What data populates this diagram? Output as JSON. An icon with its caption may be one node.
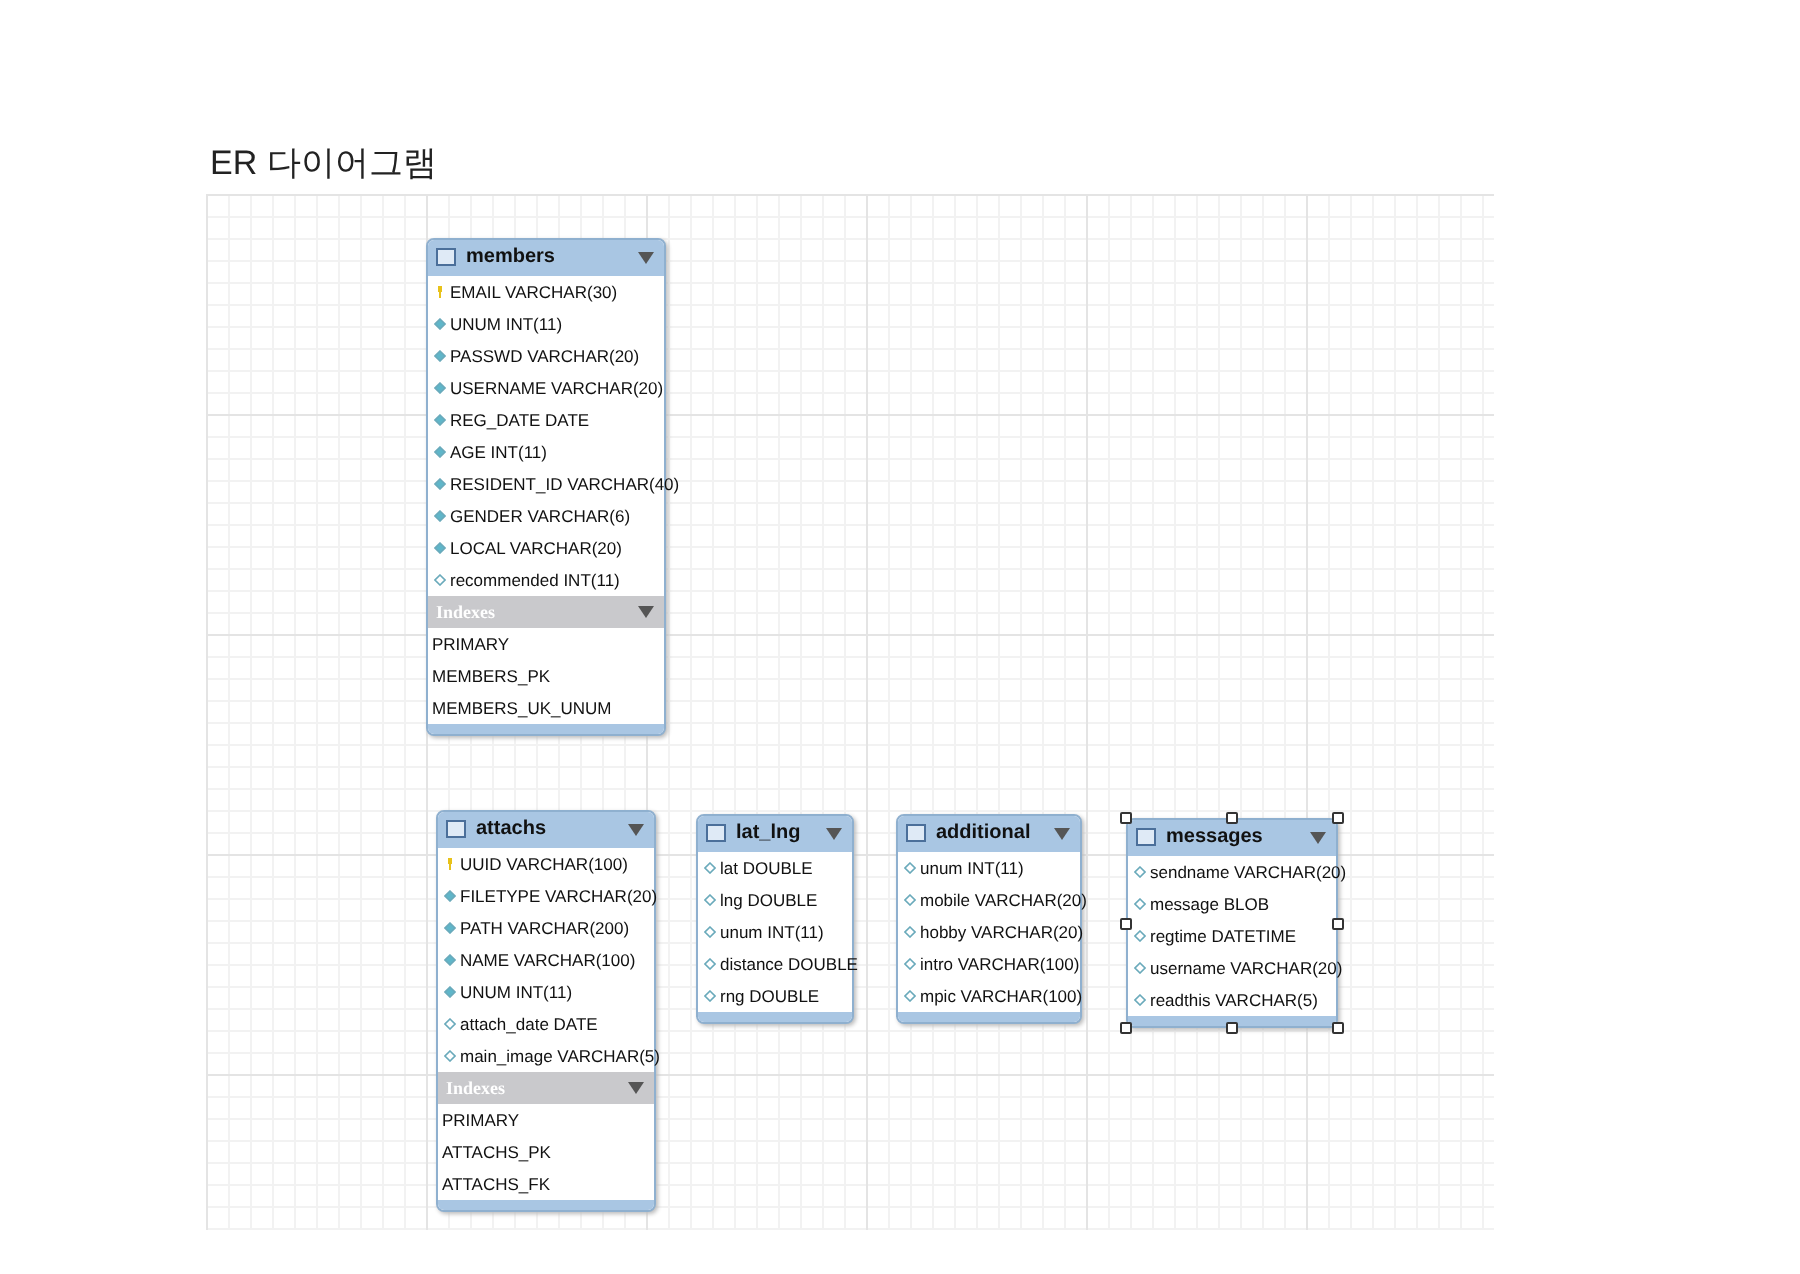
{
  "diagram": {
    "title": "ER 다이어그램",
    "nodes": [
      {
        "text": [
          "members",
          "EMAIL VARCHAR(30)",
          "UNUM INT(11)",
          "PASSWD VARCHAR(20)",
          "USERNAME VARCHAR(20)",
          "REG_DATE DATE",
          "AGE INT(11)",
          "RESIDENT_ID VARCHAR(40)",
          "GENDER VARCHAR(6)",
          "LOCAL VARCHAR(20)",
          "recommended INT(11)",
          "Indexes",
          "PRIMARY",
          "MEMBERS_PK",
          "MEMBERS_UK_UNUM"
        ]
      },
      {
        "text": [
          "attachs",
          "UUID VARCHAR(100)",
          "FILETYPE VARCHAR(20)",
          "PATH VARCHAR(200)",
          "NAME VARCHAR(100)",
          "UNUM INT(11)",
          "attach_date DATE",
          "main_image VARCHAR(5)",
          "Indexes",
          "PRIMARY",
          "ATTACHS_PK",
          "ATTACHS_FK"
        ]
      },
      {
        "text": [
          "lat_lng",
          "lat DOUBLE",
          "lng DOUBLE",
          "unum INT(11)",
          "distance DOUBLE",
          "rng DOUBLE"
        ]
      },
      {
        "text": [
          "additional",
          "unum INT(11)",
          "mobile VARCHAR(20)",
          "hobby VARCHAR(20)",
          "intro VARCHAR(100)",
          "mpic VARCHAR(100)"
        ]
      },
      {
        "text": [
          "messages",
          "sendname VARCHAR(20)",
          "message BLOB",
          "regtime DATETIME",
          "username VARCHAR(20)",
          "readthis VARCHAR(5)"
        ]
      }
    ]
  }
}
